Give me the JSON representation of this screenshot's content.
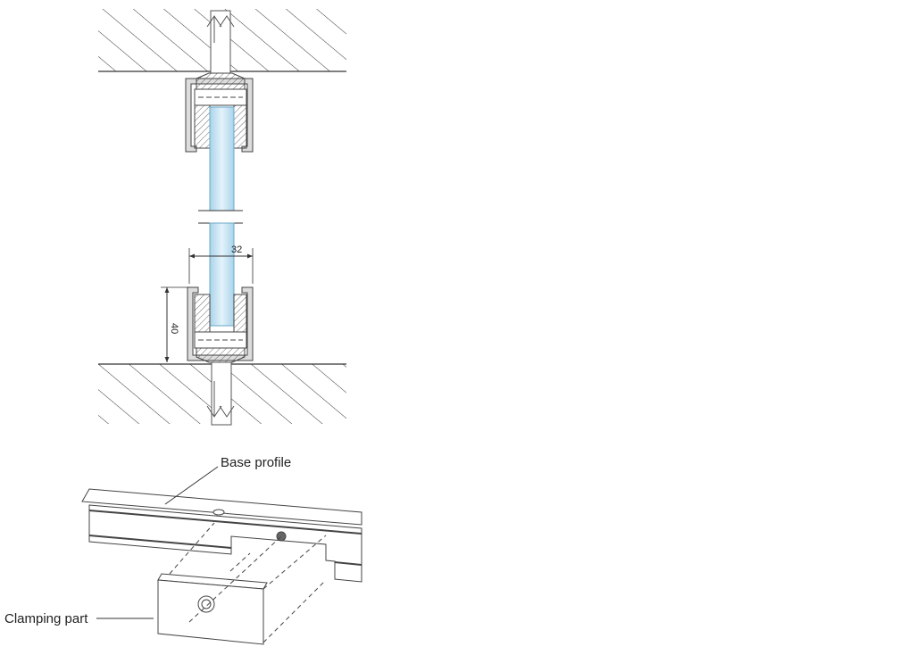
{
  "section_view": {
    "dimension_width": "32",
    "dimension_height": "40",
    "glass_color": "#bfe0f2"
  },
  "isometric_view": {
    "labels": {
      "base_profile": "Base profile",
      "clamping_part": "Clamping part"
    }
  }
}
